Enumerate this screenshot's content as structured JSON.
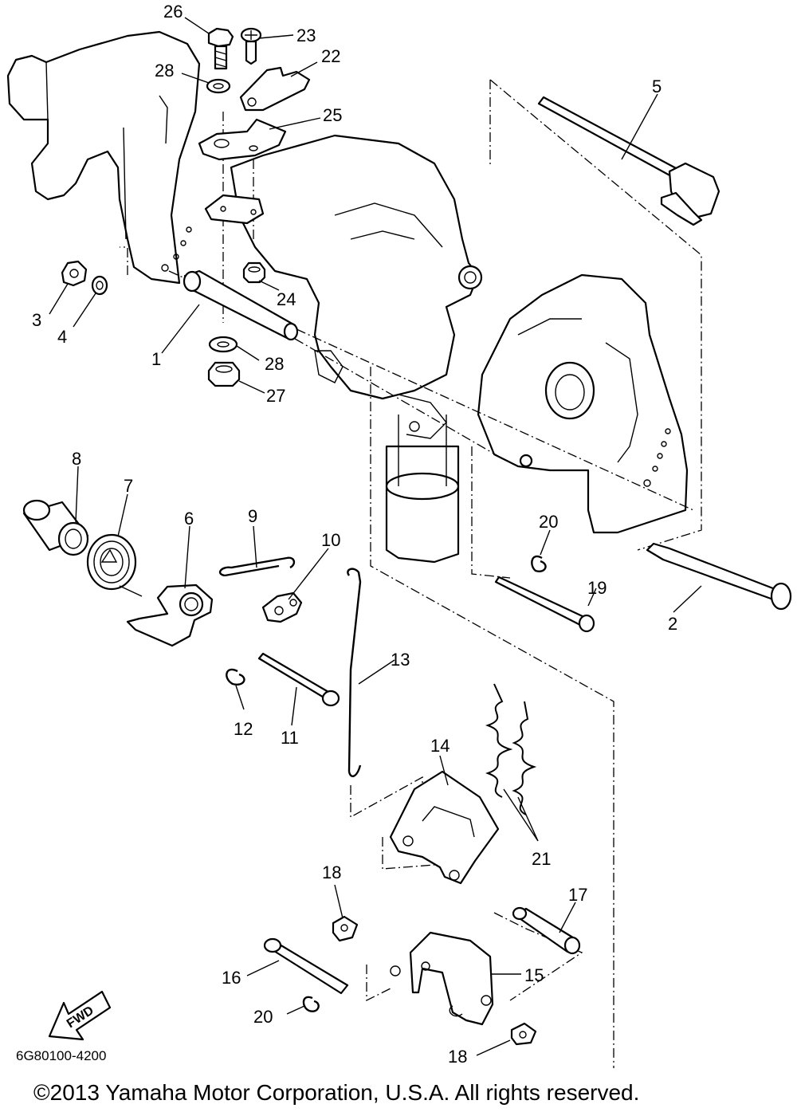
{
  "diagram": {
    "callouts": [
      {
        "id": "c26",
        "text": "26"
      },
      {
        "id": "c23",
        "text": "23"
      },
      {
        "id": "c22",
        "text": "22"
      },
      {
        "id": "c28a",
        "text": "28"
      },
      {
        "id": "c25",
        "text": "25"
      },
      {
        "id": "c5",
        "text": "5"
      },
      {
        "id": "c24",
        "text": "24"
      },
      {
        "id": "c3",
        "text": "3"
      },
      {
        "id": "c4",
        "text": "4"
      },
      {
        "id": "c1",
        "text": "1"
      },
      {
        "id": "c28b",
        "text": "28"
      },
      {
        "id": "c27",
        "text": "27"
      },
      {
        "id": "c8",
        "text": "8"
      },
      {
        "id": "c7",
        "text": "7"
      },
      {
        "id": "c6",
        "text": "6"
      },
      {
        "id": "c9",
        "text": "9"
      },
      {
        "id": "c10",
        "text": "10"
      },
      {
        "id": "c20a",
        "text": "20"
      },
      {
        "id": "c19",
        "text": "19"
      },
      {
        "id": "c2",
        "text": "2"
      },
      {
        "id": "c13",
        "text": "13"
      },
      {
        "id": "c12",
        "text": "12"
      },
      {
        "id": "c11",
        "text": "11"
      },
      {
        "id": "c14",
        "text": "14"
      },
      {
        "id": "c21",
        "text": "21"
      },
      {
        "id": "c18a",
        "text": "18"
      },
      {
        "id": "c17",
        "text": "17"
      },
      {
        "id": "c16",
        "text": "16"
      },
      {
        "id": "c15",
        "text": "15"
      },
      {
        "id": "c20b",
        "text": "20"
      },
      {
        "id": "c18b",
        "text": "18"
      }
    ],
    "fwd_label": "FWD",
    "part_code": "6G80100-4200",
    "copyright": "©2013 Yamaha Motor Corporation, U.S.A. All rights reserved."
  }
}
